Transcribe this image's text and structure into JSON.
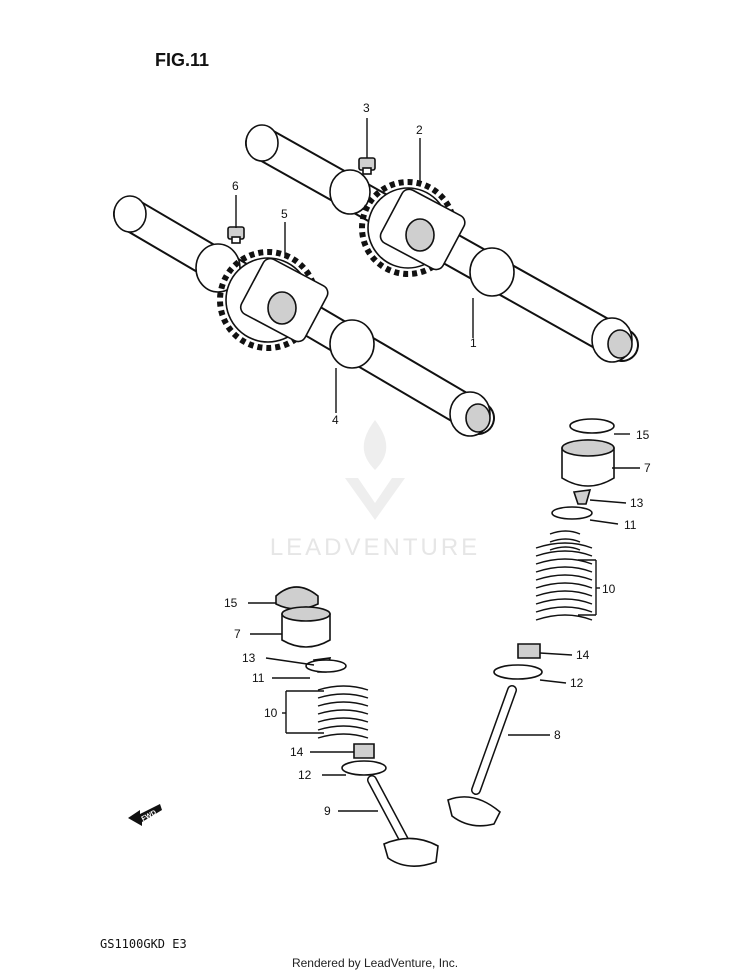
{
  "figure_title": "FIG.11",
  "watermark": "LEADVENTURE",
  "model_code": "GS1100GKD E3",
  "credit": "Rendered by LeadVenture, Inc.",
  "fwd_label": "FWD",
  "callouts": [
    {
      "id": "1",
      "text": "1"
    },
    {
      "id": "2",
      "text": "2"
    },
    {
      "id": "3",
      "text": "3"
    },
    {
      "id": "4",
      "text": "4"
    },
    {
      "id": "5",
      "text": "5"
    },
    {
      "id": "6",
      "text": "6"
    },
    {
      "id": "7a",
      "text": "7"
    },
    {
      "id": "7b",
      "text": "7"
    },
    {
      "id": "8",
      "text": "8"
    },
    {
      "id": "9",
      "text": "9"
    },
    {
      "id": "10a",
      "text": "10"
    },
    {
      "id": "10b",
      "text": "10"
    },
    {
      "id": "11a",
      "text": "11"
    },
    {
      "id": "11b",
      "text": "11"
    },
    {
      "id": "12a",
      "text": "12"
    },
    {
      "id": "12b",
      "text": "12"
    },
    {
      "id": "13a",
      "text": "13"
    },
    {
      "id": "13b",
      "text": "13"
    },
    {
      "id": "14a",
      "text": "14"
    },
    {
      "id": "14b",
      "text": "14"
    },
    {
      "id": "15a",
      "text": "15"
    },
    {
      "id": "15b",
      "text": "15"
    }
  ]
}
